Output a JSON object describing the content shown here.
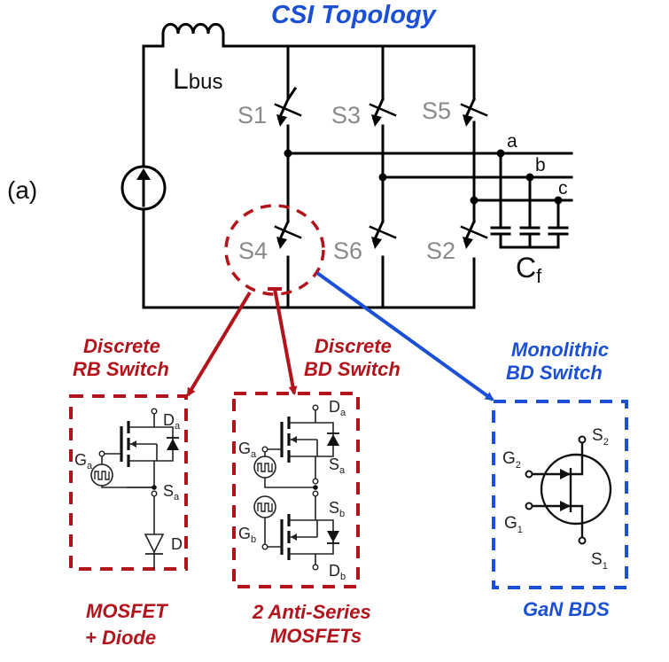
{
  "figure": {
    "panel_label": "(a)",
    "title": "CSI Topology",
    "inductor_label": "L",
    "inductor_sub": "bus",
    "switches": [
      "S1",
      "S3",
      "S5",
      "S4",
      "S6",
      "S2"
    ],
    "phases": [
      "a",
      "b",
      "c"
    ],
    "filter_cap_label": "C",
    "filter_cap_sub": "f"
  },
  "variants": [
    {
      "title_line1": "Discrete",
      "title_line2": "RB Switch",
      "caption_line1": "MOSFET",
      "caption_line2": "+ Diode",
      "terminals": {
        "drain": "D",
        "drain_sub": "a",
        "gate": "G",
        "gate_sub": "a",
        "source": "S",
        "source_sub": "a",
        "diode": "D"
      },
      "color": "#b3131b"
    },
    {
      "title_line1": "Discrete",
      "title_line2": "BD Switch",
      "caption_line1": "2 Anti-Series",
      "caption_line2": "MOSFETs",
      "terminals": {
        "drain_a": "D",
        "drain_a_sub": "a",
        "gate_a": "G",
        "gate_a_sub": "a",
        "source_a": "S",
        "source_a_sub": "a",
        "source_b": "S",
        "source_b_sub": "b",
        "gate_b": "G",
        "gate_b_sub": "b",
        "drain_b": "D",
        "drain_b_sub": "b"
      },
      "color": "#b3131b"
    },
    {
      "title_line1": "Monolithic",
      "title_line2": "BD Switch",
      "caption_line1": "GaN BDS",
      "terminals": {
        "s2": "S",
        "s2_sub": "2",
        "g2": "G",
        "g2_sub": "2",
        "g1": "G",
        "g1_sub": "1",
        "s1": "S",
        "s1_sub": "1"
      },
      "color": "#1a4fd6"
    }
  ]
}
